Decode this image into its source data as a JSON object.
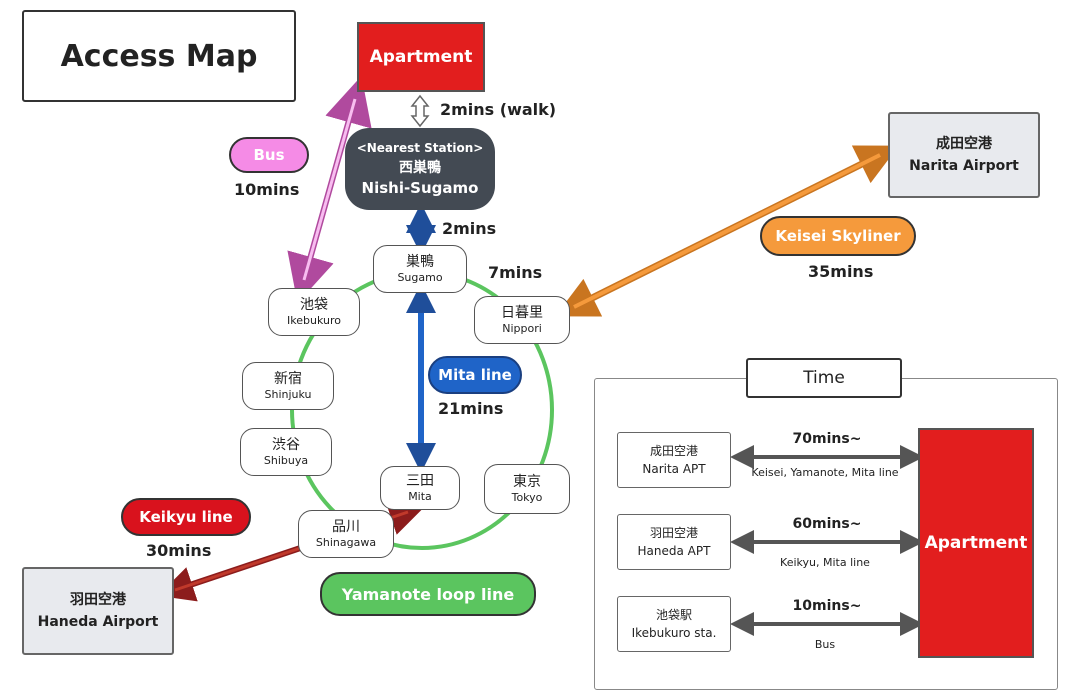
{
  "title": "Access Map",
  "apartment": "Apartment",
  "walk_label": "2mins (walk)",
  "nearest_station": {
    "caption": "<Nearest Station>",
    "name_jp": "西巣鴨",
    "name_en": "Nishi-Sugamo"
  },
  "bus": {
    "label": "Bus",
    "time": "10mins"
  },
  "nishi_to_sugamo_time": "2mins",
  "sugamo_to_nippori_time": "7mins",
  "mita_line": {
    "label": "Mita line",
    "time": "21mins"
  },
  "keisei": {
    "label": "Keisei Skyliner",
    "time": "35mins"
  },
  "keikyu": {
    "label": "Keikyu line",
    "time": "30mins"
  },
  "yamanote": {
    "label": "Yamanote loop line"
  },
  "stations": {
    "sugamo": {
      "jp": "巣鴨",
      "en": "Sugamo"
    },
    "ikebukuro": {
      "jp": "池袋",
      "en": "Ikebukuro"
    },
    "nippori": {
      "jp": "日暮里",
      "en": "Nippori"
    },
    "shinjuku": {
      "jp": "新宿",
      "en": "Shinjuku"
    },
    "shibuya": {
      "jp": "渋谷",
      "en": "Shibuya"
    },
    "mita": {
      "jp": "三田",
      "en": "Mita"
    },
    "tokyo": {
      "jp": "東京",
      "en": "Tokyo"
    },
    "shinagawa": {
      "jp": "品川",
      "en": "Shinagawa"
    }
  },
  "airports": {
    "narita": {
      "jp": "成田空港",
      "en": "Narita Airport"
    },
    "haneda": {
      "jp": "羽田空港",
      "en": "Haneda Airport"
    }
  },
  "legend": {
    "title": "Time",
    "apartment": "Apartment",
    "rows": [
      {
        "origin_jp": "成田空港",
        "origin_en": "Narita APT",
        "duration": "70mins~",
        "via": "Keisei, Yamanote, Mita line"
      },
      {
        "origin_jp": "羽田空港",
        "origin_en": "Haneda APT",
        "duration": "60mins~",
        "via": "Keikyu, Mita line"
      },
      {
        "origin_jp": "池袋駅",
        "origin_en": "Ikebukuro sta.",
        "duration": "10mins~",
        "via": "Bus"
      }
    ]
  },
  "colors": {
    "apartment": "#e21e1e",
    "nearest_station": "#434a53",
    "bus": "#f58be6",
    "keikyu": "#d9121d",
    "mita": "#1f64c8",
    "keisei": "#f59a3c",
    "yamanote": "#5bc55f",
    "airport_bg": "#e8eaee"
  }
}
